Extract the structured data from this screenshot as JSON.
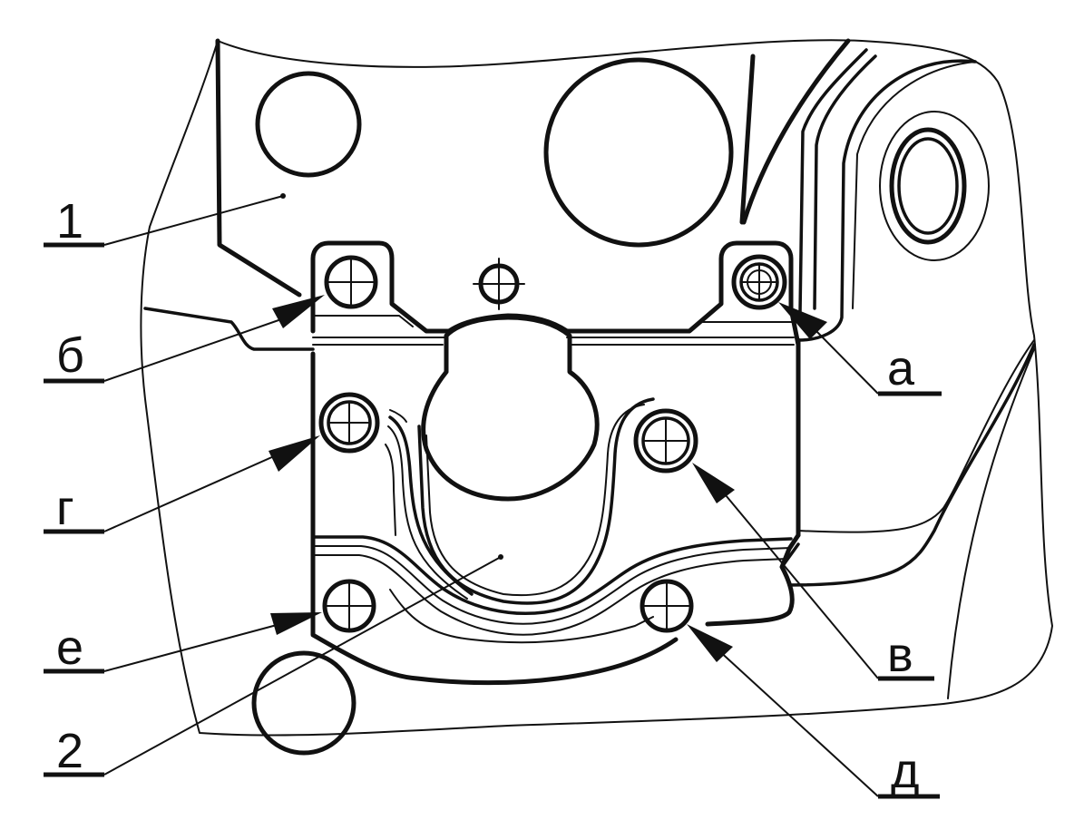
{
  "labels": {
    "l1": "1",
    "l2": "2",
    "la": "а",
    "lb": "б",
    "lv": "в",
    "lg": "г",
    "ld": "д",
    "le": "е"
  }
}
